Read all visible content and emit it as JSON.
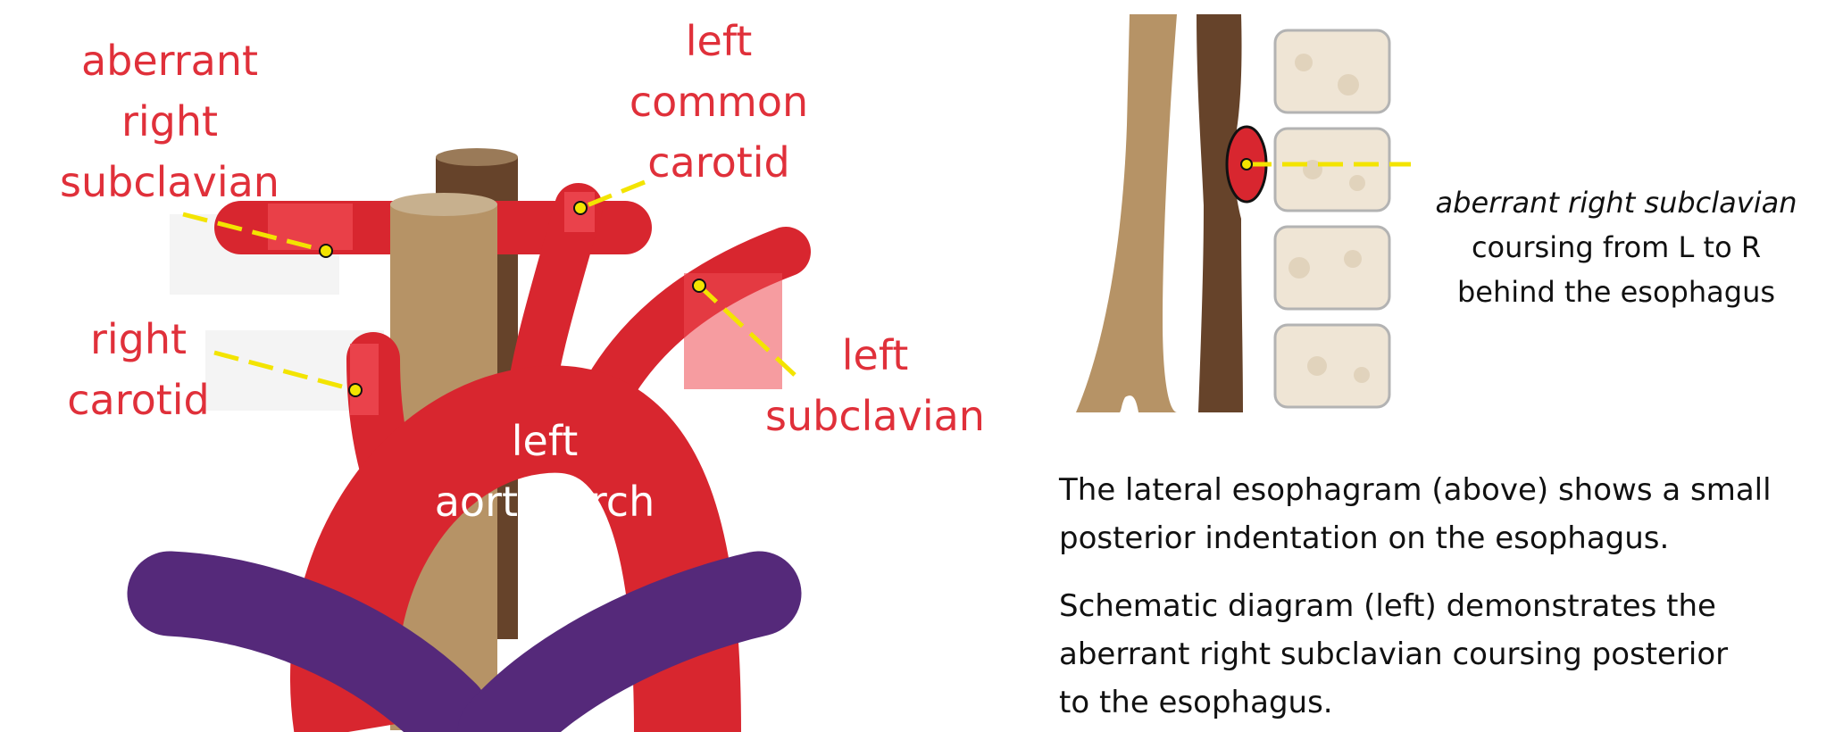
{
  "labels": {
    "aberrant_right_subclavian": "aberrant\nright\nsubclavian",
    "left_common_carotid": "left\ncommon\ncarotid",
    "right_carotid": "right\ncarotid",
    "left_subclavian": "left\nsubclavian",
    "left_aortic_arch": "left\naortic arch"
  },
  "side_view": {
    "caption_italic": "aberrant right subclavian",
    "caption_rest": "coursing from L to R\nbehind the esophagus"
  },
  "description": {
    "paragraph_1": "The lateral esophagram (above) shows a small\nposterior indentation on the esophagus.",
    "paragraph_2": "Schematic diagram (left) demonstrates the\naberrant right subclavian coursing posterior\nto the esophagus."
  },
  "colors": {
    "artery_red": "#d8262f",
    "artery_highlight": "#ef4a52",
    "label_red": "#e0303a",
    "vein_purple": "#55297a",
    "esophagus_tan": "#b69366",
    "trachea_brown": "#66432a",
    "vertebra_fill": "#efe5d5",
    "pointer_yellow": "#f3e400"
  }
}
